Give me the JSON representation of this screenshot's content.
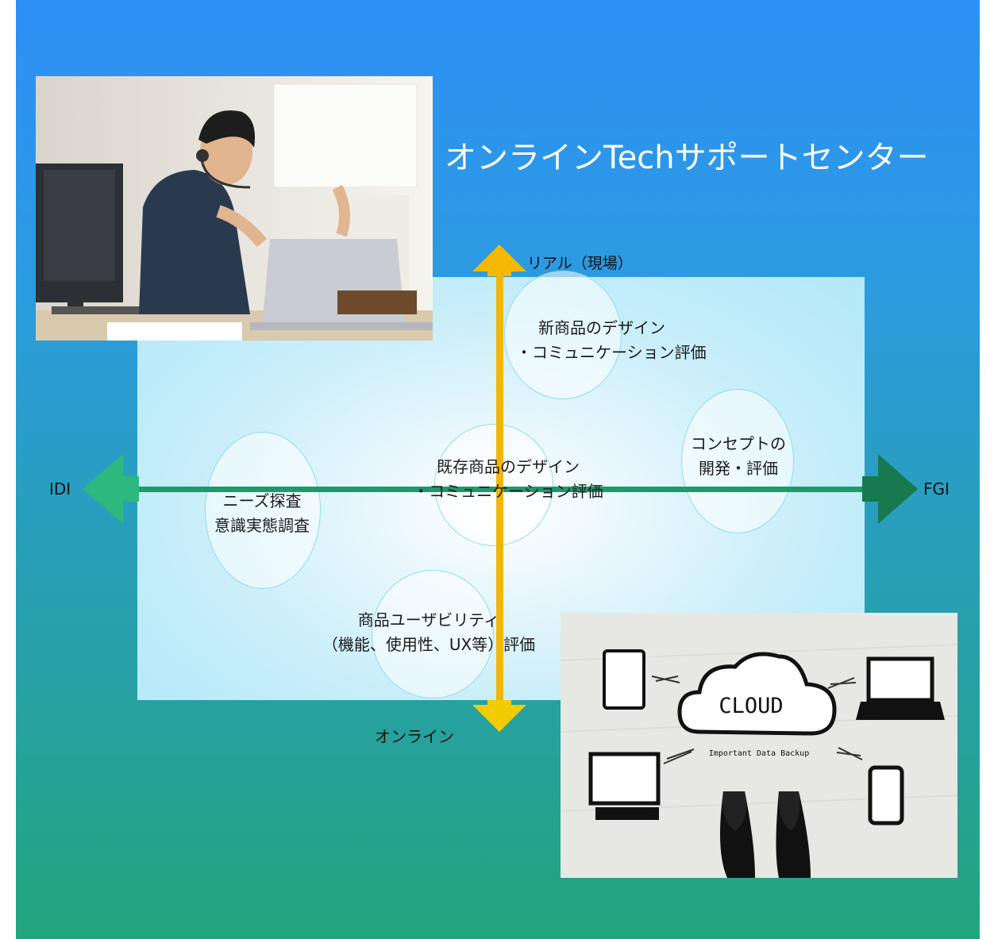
{
  "title": "オンラインTechサポートセンター",
  "axes": {
    "left": "IDI",
    "right": "FGI",
    "top": "リアル（現場）",
    "bottom": "オンライン"
  },
  "items": {
    "new_design_line1": "新商品のデザイン",
    "new_design_line2": "・コミュニケーション評価",
    "concept_line1": "コンセプトの",
    "concept_line2": "開発・評価",
    "existing_line1": "既存商品のデザイン",
    "existing_line2": "・コミュニケーション評価",
    "needs_line1": "ニーズ探査",
    "needs_line2": "意識実態調査",
    "usability_line1": "商品ユーザビリティ",
    "usability_line2": "（機能、使用性、UX等）評価"
  },
  "cloud_image": {
    "cloud_label": "CLOUD",
    "caption": "Important Data Backup"
  },
  "colors": {
    "horizontal_axis": "#1e9a6a",
    "vertical_axis": "#f2b705",
    "left_arrow": "#2eb87e",
    "right_arrow": "#177a4e"
  }
}
